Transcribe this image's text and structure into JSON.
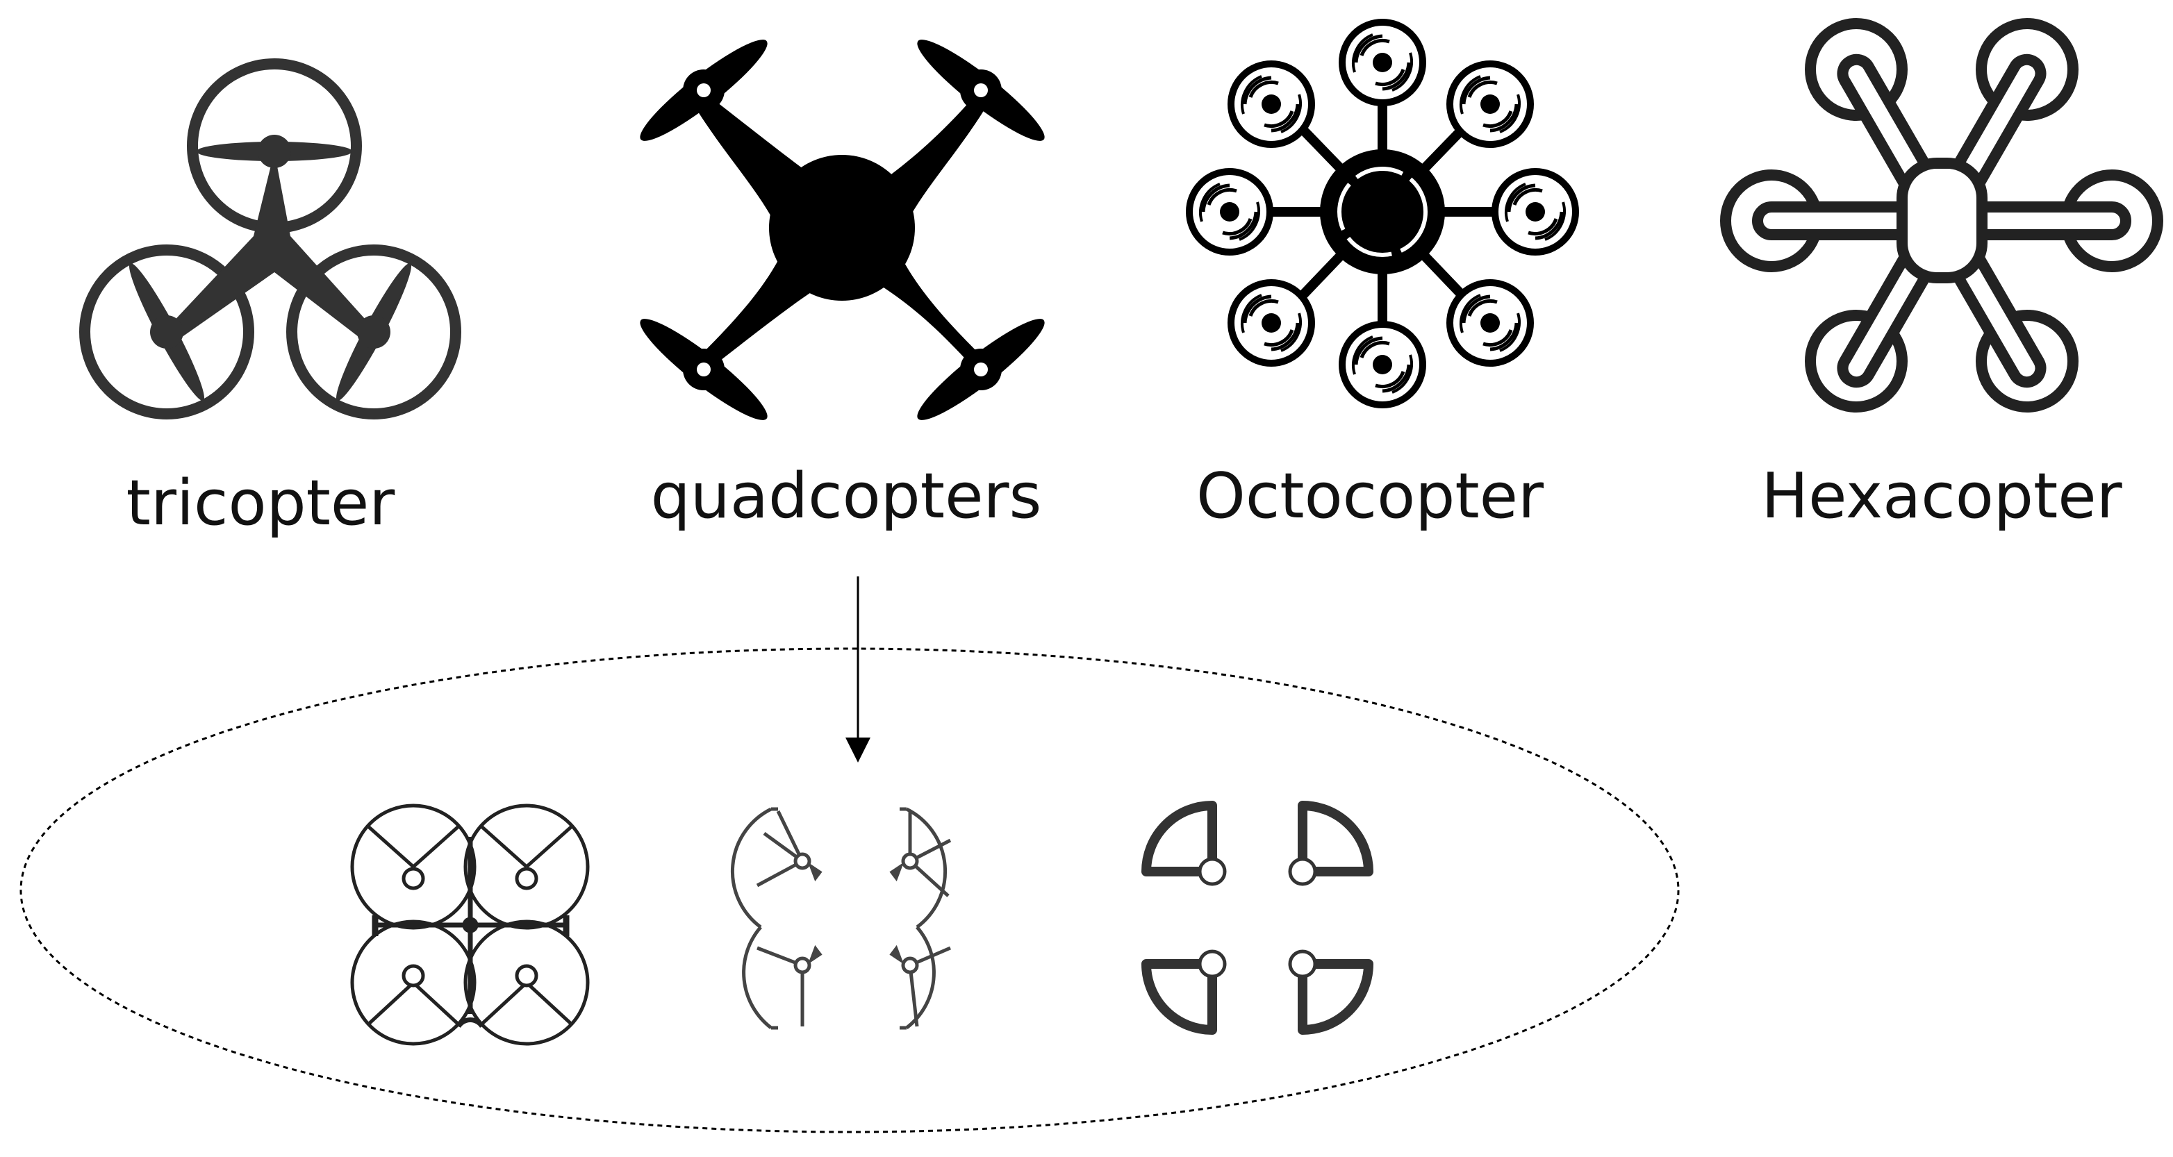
{
  "colors": {
    "icon_dark": "#333333",
    "icon_black": "#000000",
    "text": "#111111",
    "guard_stroke": "#3a3a3a",
    "background": "#ffffff"
  },
  "drones": [
    {
      "label": "tricopter",
      "icon": "tricopter-icon"
    },
    {
      "label": "quadcopters",
      "icon": "quadcopter-icon"
    },
    {
      "label": "Octocopter",
      "icon": "octocopter-icon"
    },
    {
      "label": "Hexacopter",
      "icon": "hexacopter-icon"
    }
  ],
  "propeller_guards": [
    {
      "icon": "full-cage-guard-icon"
    },
    {
      "icon": "arc-guard-icon"
    },
    {
      "icon": "quarter-guard-icon"
    }
  ]
}
